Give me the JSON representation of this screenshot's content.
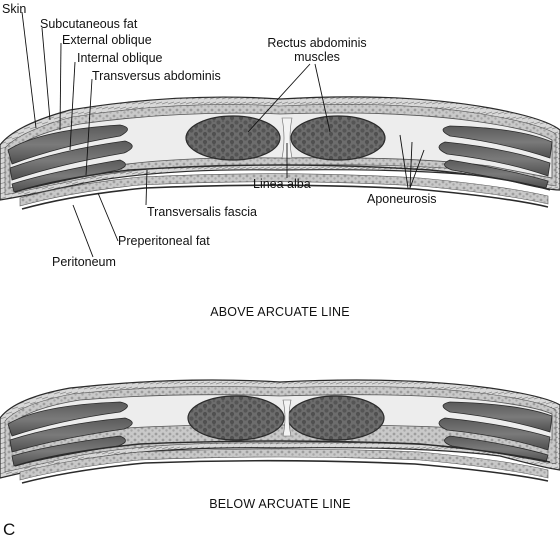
{
  "labels": {
    "skin": "Skin",
    "subcutaneous_fat": "Subcutaneous fat",
    "external_oblique": "External oblique",
    "internal_oblique": "Internal oblique",
    "transversus_abdominis": "Transversus abdominis",
    "rectus_abdominis_line1": "Rectus abdominis",
    "rectus_abdominis_line2": "muscles",
    "linea_alba": "Linea alba",
    "aponeurosis": "Aponeurosis",
    "transversalis_fascia": "Transversalis fascia",
    "preperitoneal_fat": "Preperitoneal fat",
    "peritoneum": "Peritoneum"
  },
  "captions": {
    "above": "ABOVE ARCUATE LINE",
    "below": "BELOW ARCUATE LINE"
  },
  "panel_letter": "C",
  "colors": {
    "muscle": "#6b6b6b",
    "muscle_texture": "#4a4a4a",
    "fascia": "#e6e6e6",
    "fat": "#bdbdbd",
    "outline": "#2b2b2b",
    "background": "#ffffff"
  }
}
